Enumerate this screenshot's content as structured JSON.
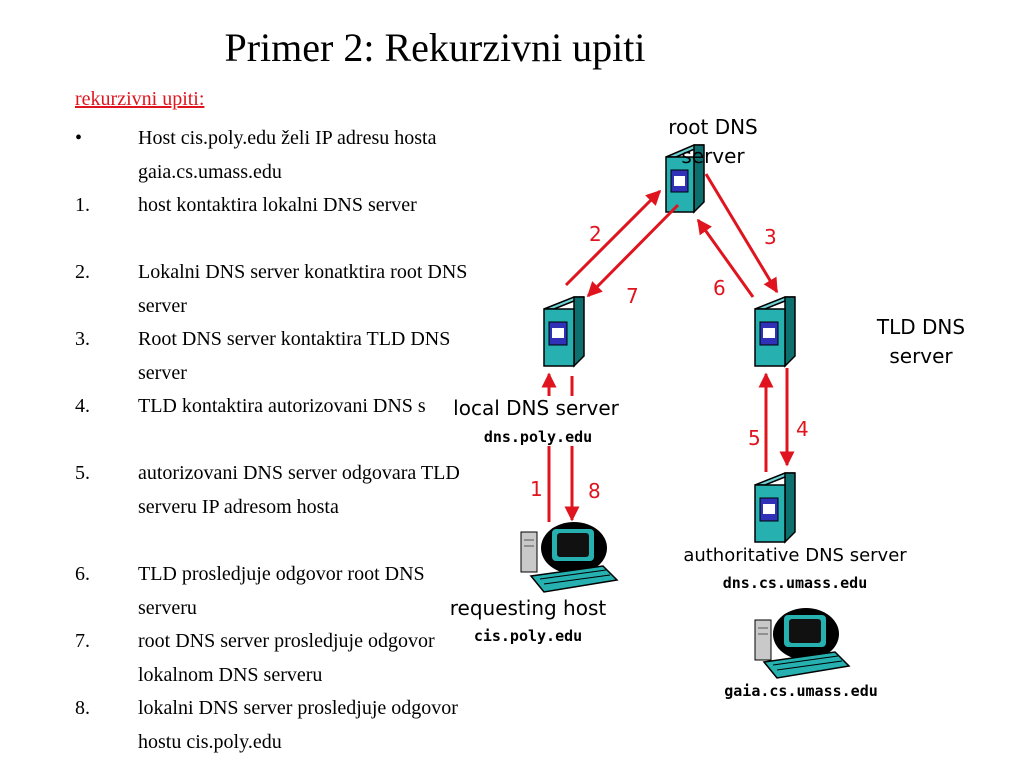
{
  "title": "Primer 2: Rekurzivni upiti",
  "heading": "rekurzivni upiti:",
  "items": [
    {
      "mark": "•",
      "text": "Host cis.poly.edu želi IP adresu hosta gaia.cs.umass.edu"
    },
    {
      "mark": "1.",
      "text": "host kontaktira lokalni DNS server"
    },
    {
      "mark": "2.",
      "text": "Lokalni DNS server konatktira root DNS server"
    },
    {
      "mark": "3.",
      "text": "Root DNS server kontaktira TLD DNS server"
    },
    {
      "mark": "4.",
      "text": "TLD kontaktira autorizovani DNS server"
    },
    {
      "mark": "5.",
      "text": "autorizovani DNS server odgovara TLD serveru IP adresom hosta"
    },
    {
      "mark": "6.",
      "text": "TLD prosledjuje odgovor root DNS serveru"
    },
    {
      "mark": "7.",
      "text": "root DNS server prosledjuje odgovor lokalnom DNS serveru"
    },
    {
      "mark": "8.",
      "text": "lokalni DNS server prosledjuje odgovor hostu cis.poly.edu"
    }
  ],
  "nodes": {
    "root": {
      "label_line1": "root DNS",
      "label_line2": "server"
    },
    "tld": {
      "label_line1": "TLD DNS",
      "label_line2": "server"
    },
    "local": {
      "label": "local DNS server",
      "host": "dns.poly.edu"
    },
    "authoritative": {
      "label": "authoritative DNS server",
      "host": "dns.cs.umass.edu"
    },
    "requesting": {
      "label": "requesting host",
      "host": "cis.poly.edu"
    },
    "target": {
      "host": "gaia.cs.umass.edu"
    }
  },
  "steps": [
    "1",
    "2",
    "3",
    "4",
    "5",
    "6",
    "7",
    "8"
  ],
  "colors": {
    "arrow": "#e0141e",
    "server_face": "#26b0b0",
    "server_side": "#0e6f6f",
    "server_top": "#6fd3d3",
    "heading": "#e0141e"
  }
}
